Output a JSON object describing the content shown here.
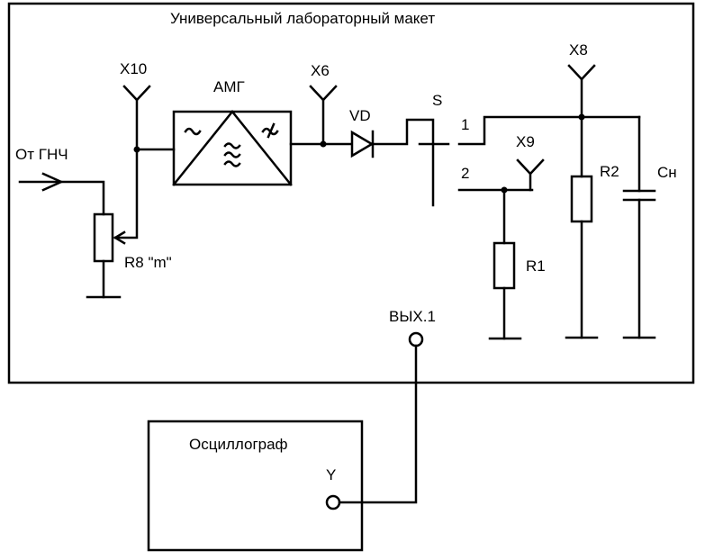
{
  "title": "Универсальный лабораторный  макет",
  "labels": {
    "input": "От ГНЧ",
    "x10": "X10",
    "amg": "АМГ",
    "x6": "X6",
    "vd": "VD",
    "s": "S",
    "pos1": "1",
    "pos2": "2",
    "x9": "X9",
    "x8": "X8",
    "r1": "R1",
    "r2": "R2",
    "cn": "Сн",
    "r8": "R8 \"m\"",
    "out": "ВЫХ.1",
    "osc": "Осциллограф",
    "y": "Y"
  }
}
